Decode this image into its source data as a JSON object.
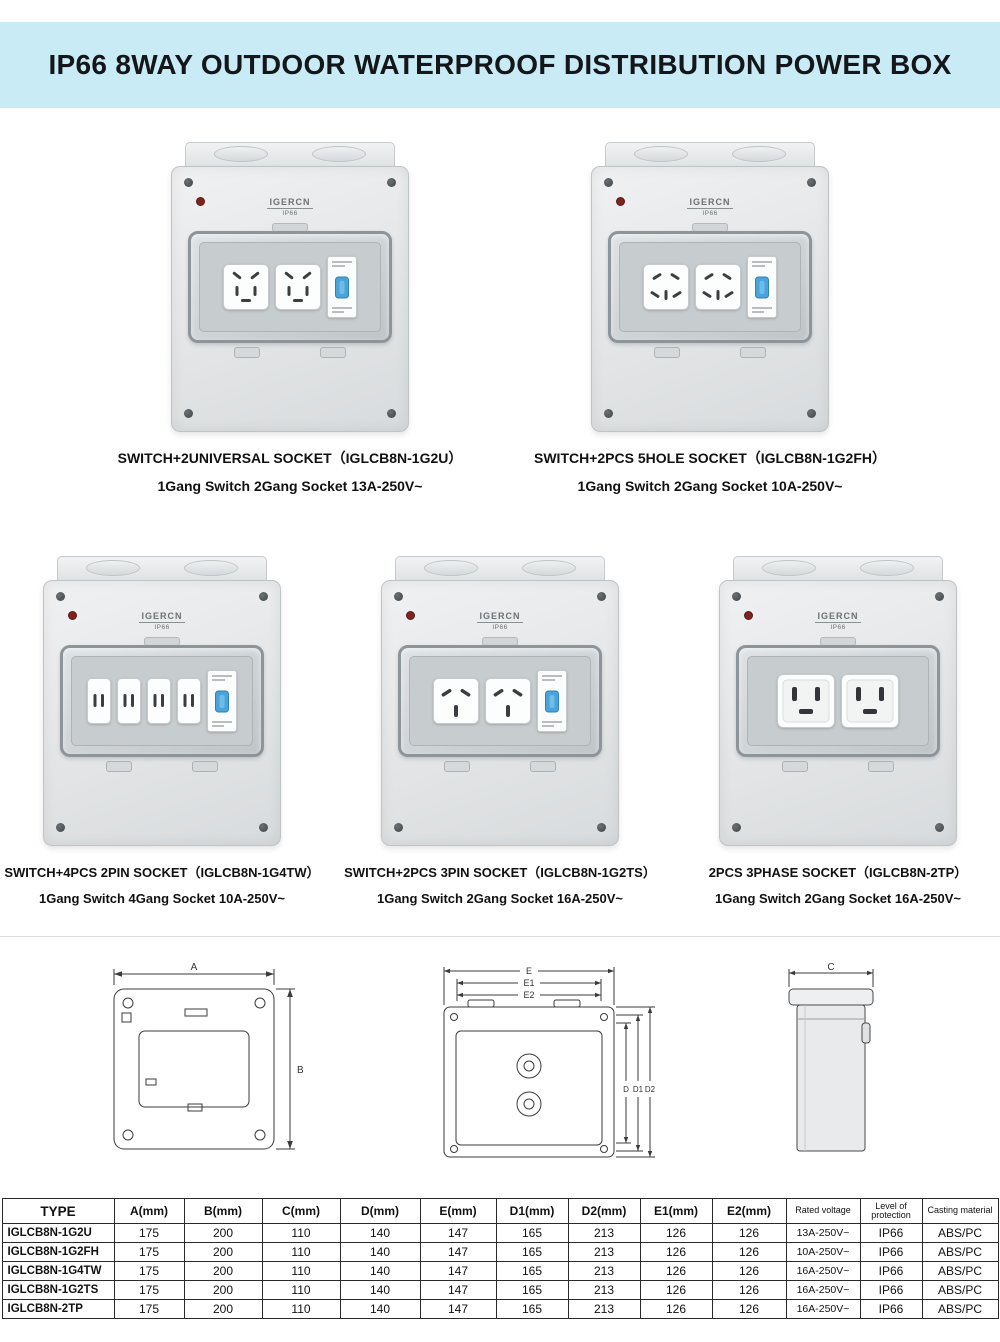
{
  "header": {
    "title": "IP66 8WAY OUTDOOR WATERPROOF DISTRIBUTION POWER BOX",
    "band_color": "#c9ebf6"
  },
  "brand": {
    "name": "IGERCN",
    "rating": "IP66"
  },
  "products": [
    {
      "line1": "SWITCH+2UNIVERSAL SOCKET（IGLCB8N-1G2U）",
      "line2": "1Gang Switch 2Gang Socket 13A-250V~",
      "modules": [
        "universal",
        "universal",
        "breaker"
      ]
    },
    {
      "line1": "SWITCH+2PCS 5HOLE SOCKET（IGLCB8N-1G2FH）",
      "line2": "1Gang Switch 2Gang Socket 10A-250V~",
      "modules": [
        "fivehole",
        "fivehole",
        "breaker"
      ]
    },
    {
      "line1": "SWITCH+4PCS 2PIN SOCKET（IGLCB8N-1G4TW）",
      "line2": "1Gang Switch 4Gang Socket 10A-250V~",
      "modules": [
        "twopin",
        "twopin",
        "twopin",
        "twopin",
        "breaker"
      ]
    },
    {
      "line1": "SWITCH+2PCS 3PIN SOCKET（IGLCB8N-1G2TS）",
      "line2": "1Gang Switch 2Gang Socket 16A-250V~",
      "modules": [
        "threepin",
        "threepin",
        "breaker"
      ]
    },
    {
      "line1": "2PCS 3PHASE SOCKET（IGLCB8N-2TP）",
      "line2": "1Gang Switch 2Gang Socket 16A-250V~",
      "modules": [
        "threephase",
        "threephase"
      ]
    }
  ],
  "dimensions": {
    "a": "A",
    "b": "B",
    "c": "C",
    "d": "D",
    "d1": "D1",
    "d2": "D2",
    "e": "E",
    "e1": "E1",
    "e2": "E2"
  },
  "table": {
    "headers": [
      "TYPE",
      "A(mm)",
      "B(mm)",
      "C(mm)",
      "D(mm)",
      "E(mm)",
      "D1(mm)",
      "D2(mm)",
      "E1(mm)",
      "E2(mm)",
      "Rated voltage",
      "Level of protection",
      "Casting material"
    ],
    "rows": [
      [
        "IGLCB8N-1G2U",
        "175",
        "200",
        "110",
        "140",
        "147",
        "165",
        "213",
        "126",
        "126",
        "13A-250V~",
        "IP66",
        "ABS/PC"
      ],
      [
        "IGLCB8N-1G2FH",
        "175",
        "200",
        "110",
        "140",
        "147",
        "165",
        "213",
        "126",
        "126",
        "10A-250V~",
        "IP66",
        "ABS/PC"
      ],
      [
        "IGLCB8N-1G4TW",
        "175",
        "200",
        "110",
        "140",
        "147",
        "165",
        "213",
        "126",
        "126",
        "16A-250V~",
        "IP66",
        "ABS/PC"
      ],
      [
        "IGLCB8N-1G2TS",
        "175",
        "200",
        "110",
        "140",
        "147",
        "165",
        "213",
        "126",
        "126",
        "16A-250V~",
        "IP66",
        "ABS/PC"
      ],
      [
        "IGLCB8N-2TP",
        "175",
        "200",
        "110",
        "140",
        "147",
        "165",
        "213",
        "126",
        "126",
        "16A-250V~",
        "IP66",
        "ABS/PC"
      ]
    ]
  }
}
